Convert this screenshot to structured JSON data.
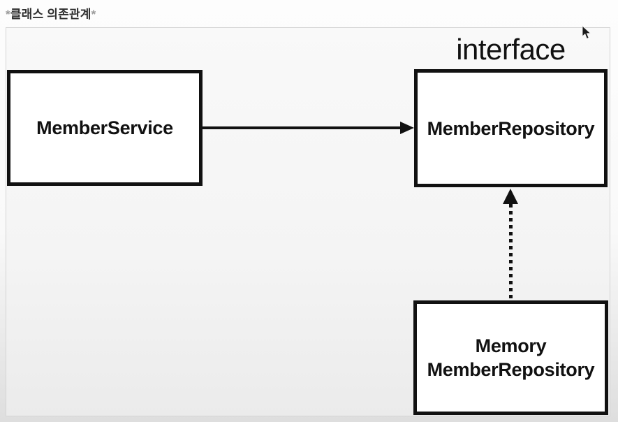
{
  "page": {
    "title_prefix": "*",
    "title_text": "클래스 의존관계",
    "title_suffix": "*"
  },
  "diagram": {
    "interface_label": "interface",
    "nodes": {
      "member_service": {
        "label": "MemberService",
        "type": "class"
      },
      "member_repository": {
        "label": "MemberRepository",
        "type": "interface",
        "stereotype": "interface"
      },
      "memory_member_repository": {
        "label_line1": "Memory",
        "label_line2": "MemberRepository",
        "type": "class"
      }
    },
    "edges": [
      {
        "from": "MemberService",
        "to": "MemberRepository",
        "style": "solid-arrow",
        "meaning": "dependency"
      },
      {
        "from": "Memory MemberRepository",
        "to": "MemberRepository",
        "style": "dotted-arrow",
        "meaning": "implements"
      }
    ],
    "colors": {
      "node_border": "#111111",
      "node_background": "#ffffff",
      "arrow": "#111111",
      "panel_background": "#f4f4f4",
      "panel_border": "#d4d4d4",
      "label_text": "#111111",
      "title_text": "#2f2f2f",
      "title_asterisk": "#9a9a9a"
    }
  }
}
